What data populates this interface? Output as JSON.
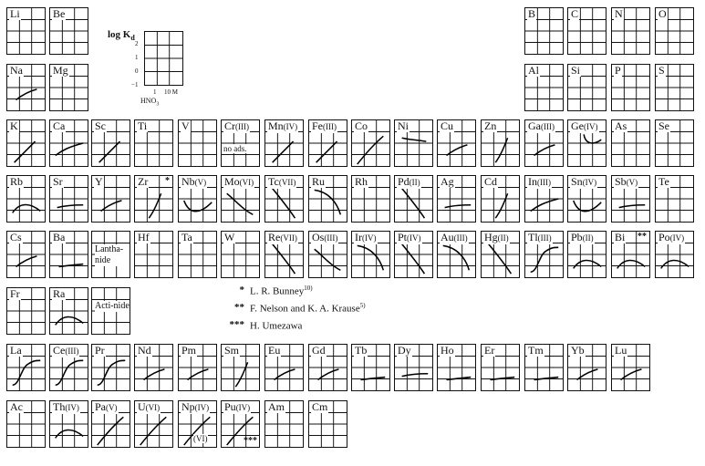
{
  "elements": [
    {
      "sym": "Li",
      "p": 1,
      "c": 1
    },
    {
      "sym": "Be",
      "p": 1,
      "c": 2
    },
    {
      "sym": "B",
      "p": 1,
      "c": 13
    },
    {
      "sym": "C",
      "p": 1,
      "c": 14
    },
    {
      "sym": "N",
      "p": 1,
      "c": 15
    },
    {
      "sym": "O",
      "p": 1,
      "c": 16
    },
    {
      "sym": "Na",
      "p": 2,
      "c": 1,
      "curve": "rise_small"
    },
    {
      "sym": "Mg",
      "p": 2,
      "c": 2
    },
    {
      "sym": "Al",
      "p": 2,
      "c": 13
    },
    {
      "sym": "Si",
      "p": 2,
      "c": 14
    },
    {
      "sym": "P",
      "p": 2,
      "c": 15
    },
    {
      "sym": "S",
      "p": 2,
      "c": 16
    },
    {
      "sym": "K",
      "p": 3,
      "c": 1,
      "curve": "rise"
    },
    {
      "sym": "Ca",
      "p": 3,
      "c": 2,
      "curve": "rise_flat"
    },
    {
      "sym": "Sc",
      "p": 3,
      "c": 3,
      "curve": "rise"
    },
    {
      "sym": "Ti",
      "p": 3,
      "c": 4
    },
    {
      "sym": "V",
      "p": 3,
      "c": 5
    },
    {
      "sym": "Cr",
      "ox": "(III)",
      "p": 3,
      "c": 6,
      "note": "no ads."
    },
    {
      "sym": "Mn",
      "ox": "(IV)",
      "p": 3,
      "c": 7,
      "curve": "rise"
    },
    {
      "sym": "Fe",
      "ox": "(III)",
      "p": 3,
      "c": 8,
      "curve": "rise"
    },
    {
      "sym": "Co",
      "p": 3,
      "c": 9,
      "curve": "rise_long"
    },
    {
      "sym": "Ni",
      "p": 3,
      "c": 10,
      "curve": "flat_high"
    },
    {
      "sym": "Cu",
      "p": 3,
      "c": 11,
      "curve": "rise_small"
    },
    {
      "sym": "Zn",
      "p": 3,
      "c": 12,
      "curve": "rise_steep"
    },
    {
      "sym": "Ga",
      "ox": "(III)",
      "p": 3,
      "c": 13,
      "curve": "rise_small"
    },
    {
      "sym": "Ge",
      "ox": "(IV)",
      "p": 3,
      "c": 14,
      "curve": "hook"
    },
    {
      "sym": "As",
      "p": 3,
      "c": 15
    },
    {
      "sym": "Se",
      "p": 3,
      "c": 16
    },
    {
      "sym": "Rb",
      "p": 4,
      "c": 1,
      "curve": "hump"
    },
    {
      "sym": "Sr",
      "p": 4,
      "c": 2,
      "curve": "flat_mid"
    },
    {
      "sym": "Y",
      "p": 4,
      "c": 3,
      "curve": "rise_small"
    },
    {
      "sym": "Zr",
      "p": 4,
      "c": 4,
      "curve": "rise_steep",
      "mark": "*"
    },
    {
      "sym": "Nb",
      "ox": "(V)",
      "p": 4,
      "c": 5,
      "curve": "dip"
    },
    {
      "sym": "Mo",
      "ox": "(VI)",
      "p": 4,
      "c": 6,
      "curve": "fall"
    },
    {
      "sym": "Tc",
      "ox": "(VII)",
      "p": 4,
      "c": 7,
      "curve": "fall_long"
    },
    {
      "sym": "Ru",
      "p": 4,
      "c": 8,
      "curve": "fall_arc"
    },
    {
      "sym": "Rh",
      "p": 4,
      "c": 9
    },
    {
      "sym": "Pd",
      "ox": "(II)",
      "p": 4,
      "c": 10,
      "curve": "fall_long"
    },
    {
      "sym": "Ag",
      "p": 4,
      "c": 11,
      "curve": "flat_mid"
    },
    {
      "sym": "Cd",
      "p": 4,
      "c": 12,
      "curve": "rise_steep"
    },
    {
      "sym": "In",
      "ox": "(III)",
      "p": 4,
      "c": 13,
      "curve": "rise_flat"
    },
    {
      "sym": "Sn",
      "ox": "(IV)",
      "p": 4,
      "c": 14,
      "curve": "dip"
    },
    {
      "sym": "Sb",
      "ox": "(V)",
      "p": 4,
      "c": 15,
      "curve": "flat_mid"
    },
    {
      "sym": "Te",
      "p": 4,
      "c": 16
    },
    {
      "sym": "Cs",
      "p": 5,
      "c": 1,
      "curve": "rise_small"
    },
    {
      "sym": "Ba",
      "p": 5,
      "c": 2,
      "curve": "flat_low"
    },
    {
      "sym": "Hf",
      "p": 5,
      "c": 4
    },
    {
      "sym": "Ta",
      "p": 5,
      "c": 5
    },
    {
      "sym": "W",
      "p": 5,
      "c": 6
    },
    {
      "sym": "Re",
      "ox": "(VII)",
      "p": 5,
      "c": 7,
      "curve": "fall_long"
    },
    {
      "sym": "Os",
      "ox": "(III)",
      "p": 5,
      "c": 8,
      "curve": "fall"
    },
    {
      "sym": "Ir",
      "ox": "(IV)",
      "p": 5,
      "c": 9,
      "curve": "fall_arc"
    },
    {
      "sym": "Pt",
      "ox": "(IV)",
      "p": 5,
      "c": 10,
      "curve": "fall_long"
    },
    {
      "sym": "Au",
      "ox": "(III)",
      "p": 5,
      "c": 11,
      "curve": "fall_arc"
    },
    {
      "sym": "Hg",
      "ox": "(II)",
      "p": 5,
      "c": 12,
      "curve": "fall_long"
    },
    {
      "sym": "Tl",
      "ox": "(III)",
      "p": 5,
      "c": 13,
      "curve": "s_rise"
    },
    {
      "sym": "Pb",
      "ox": "(II)",
      "p": 5,
      "c": 14,
      "curve": "hump"
    },
    {
      "sym": "Bi",
      "p": 5,
      "c": 15,
      "curve": "hump",
      "mark": "**"
    },
    {
      "sym": "Po",
      "ox": "(IV)",
      "p": 5,
      "c": 16,
      "curve": "hump"
    },
    {
      "sym": "Fr",
      "p": 6,
      "c": 1
    },
    {
      "sym": "Ra",
      "p": 6,
      "c": 2,
      "curve": "hump"
    },
    {
      "sym": "La",
      "p": 7,
      "c": 1,
      "curve": "s_rise"
    },
    {
      "sym": "Ce",
      "ox": "(III)",
      "p": 7,
      "c": 2,
      "curve": "s_rise"
    },
    {
      "sym": "Pr",
      "p": 7,
      "c": 3,
      "curve": "s_rise"
    },
    {
      "sym": "Nd",
      "p": 7,
      "c": 4,
      "curve": "rise_small"
    },
    {
      "sym": "Pm",
      "p": 7,
      "c": 5,
      "curve": "rise_small"
    },
    {
      "sym": "Sm",
      "p": 7,
      "c": 6,
      "curve": "rise_steep"
    },
    {
      "sym": "Eu",
      "p": 7,
      "c": 7,
      "curve": "rise_small"
    },
    {
      "sym": "Gd",
      "p": 7,
      "c": 8,
      "curve": "rise_small"
    },
    {
      "sym": "Tb",
      "p": 7,
      "c": 9,
      "curve": "flat_low"
    },
    {
      "sym": "Dy",
      "p": 7,
      "c": 10,
      "curve": "flat_mid"
    },
    {
      "sym": "Ho",
      "p": 7,
      "c": 11,
      "curve": "flat_low"
    },
    {
      "sym": "Er",
      "p": 7,
      "c": 12,
      "curve": "flat_low"
    },
    {
      "sym": "Tm",
      "p": 7,
      "c": 13,
      "curve": "flat_low"
    },
    {
      "sym": "Yb",
      "p": 7,
      "c": 14,
      "curve": "rise_small"
    },
    {
      "sym": "Lu",
      "p": 7,
      "c": 15,
      "curve": "rise_small"
    },
    {
      "sym": "Ac",
      "p": 8,
      "c": 1
    },
    {
      "sym": "Th",
      "ox": "(IV)",
      "p": 8,
      "c": 2,
      "curve": "hump"
    },
    {
      "sym": "Pa",
      "ox": "(V)",
      "p": 8,
      "c": 3,
      "curve": "rise_long"
    },
    {
      "sym": "U",
      "ox": "(VI)",
      "p": 8,
      "c": 4,
      "curve": "rise_long"
    },
    {
      "sym": "Np",
      "ox": "(IV)",
      "p": 8,
      "c": 5,
      "curve": "rise_long",
      "extra": "(VI)"
    },
    {
      "sym": "Pu",
      "ox": "(IV)",
      "p": 8,
      "c": 6,
      "curve": "rise_long",
      "mark": "***"
    },
    {
      "sym": "Am",
      "p": 8,
      "c": 7
    },
    {
      "sym": "Cm",
      "p": 8,
      "c": 8
    }
  ],
  "lanthanide_label": "Lantha-nide",
  "actinide_label": "Acti-nide",
  "legend": {
    "ylabel": "log K",
    "ysub": "d",
    "yticks": [
      "2",
      "1",
      "0",
      "−1"
    ],
    "xticks": [
      "1",
      "10 M"
    ],
    "xunit": "HNO",
    "xunit_sub": "3"
  },
  "references": [
    {
      "stars": "*",
      "text": "L. R. Bunney",
      "sup": "10)"
    },
    {
      "stars": "**",
      "text": "F. Nelson and K. A. Krause",
      "sup": "5)"
    },
    {
      "stars": "***",
      "text": "H. Umezawa",
      "sup": ""
    }
  ]
}
